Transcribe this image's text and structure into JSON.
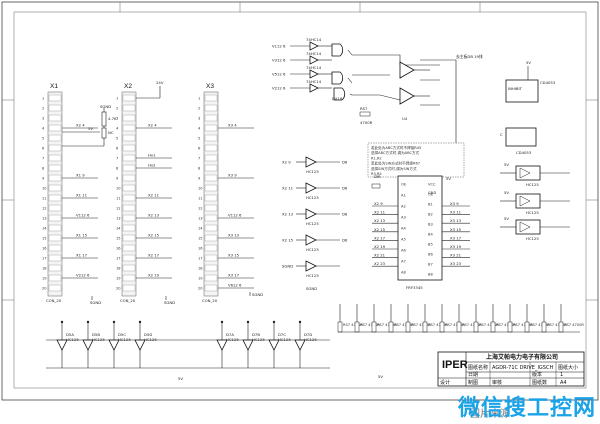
{
  "connectors": [
    {
      "name": "X1",
      "footer": "CON_20"
    },
    {
      "name": "X2",
      "footer": "CON_20"
    },
    {
      "name": "X3",
      "footer": "CON_20"
    }
  ],
  "supply": {
    "v24": "24V",
    "v5": "5V",
    "sgnd": "SGND"
  },
  "x1_signals": [
    "X2 4",
    "X1 9",
    "X1 11",
    "V112 6",
    "X1 15",
    "X1 17",
    "V212 6"
  ],
  "x2_signals": [
    "X2 4",
    "Hx1",
    "Hx2",
    "X2 11",
    "X2 13",
    "X2 15",
    "X2 17",
    "X2 19"
  ],
  "x3_signals": [
    "X3 4",
    "X3 9",
    "V112 6",
    "X3 13",
    "X3 15",
    "X3 17",
    "V612 6"
  ],
  "resistor_x1": {
    "ref": "R1",
    "value": "4.7K",
    "nc": "NC"
  },
  "top_inputs": [
    "V112 6",
    "V312 6",
    "V512 6",
    "V212 6"
  ],
  "top_labels": {
    "chip": "74HC14",
    "rs": "RS7",
    "val": "4700R",
    "dx": "DX18",
    "u1": "U4",
    "bus": "去主板DB 19排"
  },
  "bottom_right_parts": {
    "hd": "HC125",
    "dev": "CD4053",
    "inh": "INHIBIT",
    "c": "C"
  },
  "middle_chip": {
    "ref": "FRF3345",
    "pins_left": [
      "OE",
      "A1",
      "A2",
      "A3",
      "A4",
      "A5",
      "A6",
      "A7",
      "A8"
    ],
    "pins_right": [
      "VCC",
      "OE",
      "B1",
      "B2",
      "B3",
      "B4",
      "B5",
      "B6",
      "B7",
      "B8"
    ],
    "gnd": "GND",
    "dir": "DIR"
  },
  "middle_inputs": [
    "X2 9",
    "X2 11",
    "X2 13",
    "X2 15",
    "SGND"
  ],
  "middle_outputs": [
    "D6",
    "D6",
    "D6",
    "D6"
  ],
  "mid_bus_in": [
    "X2 9",
    "X2 11",
    "X2 13",
    "X2 15",
    "X2 17",
    "X2 19",
    "X2 21",
    "X2 23"
  ],
  "mid_bus_out": [
    "X3 9",
    "X3 11",
    "X3 13",
    "X3 15",
    "X3 17",
    "X3 19",
    "X3 21",
    "X3 23"
  ],
  "note_box": [
    "若此处为ABC方式时不焊接R45",
    "选择ABC方式时,调为ABC方式",
    "R1,R2",
    "若此处为SIN方式时不焊接R67",
    "选择SIN方式时,调为SIN方式",
    "R3,R4"
  ],
  "bottom_drivers": [
    "D5A",
    "D5B",
    "D5C",
    "D5D",
    "D7A",
    "D7B",
    "D7C",
    "D7D"
  ],
  "bottom_resistors": [
    "RS7 4700R",
    "RS7 4700R",
    "RS7 4700R",
    "RS7 4700R",
    "RS7 4700R",
    "RS7 4700R",
    "RS7 4700R",
    "RS7 4700R",
    "RS7 4700R",
    "RS7 4700R",
    "RS7 4700R",
    "RS7 4700R",
    "RS7 4700R",
    "RS7 4700R"
  ],
  "title_block": {
    "logo": "IPER",
    "company": "上海艾帕电力电子有限公司",
    "label_name": "图纸名称",
    "name": "AGDR-71C DRIVE_IGSCH",
    "label_size": "图纸大小",
    "size": "A4",
    "label_design": "设计",
    "label_check": "审核",
    "label_draw": "制图",
    "label_date": "日期",
    "label_ver": "版本",
    "label_sheet": "图纸数",
    "sheet": "1"
  },
  "watermark": "微信搜工控网",
  "watermark_sub": "图片来源"
}
